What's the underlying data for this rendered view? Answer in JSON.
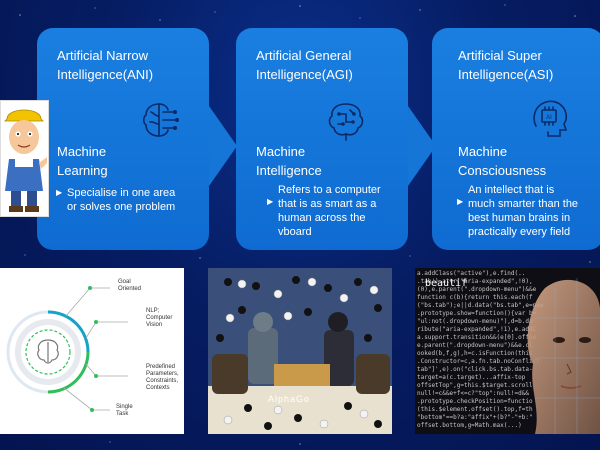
{
  "cards": [
    {
      "title_line1": "Artificial Narrow",
      "title_line2": "Intelligence(ANI)",
      "icon": "brain-circuit-icon",
      "subtitle_line1": "Machine",
      "subtitle_line2": "Learning",
      "desc_line1": "Specialise in one area",
      "desc_line2": "or solves one problem"
    },
    {
      "title_line1": "Artificial General",
      "title_line2": "Intelligence(AGI)",
      "icon": "brain-circuit-icon",
      "subtitle_line1": "Machine",
      "subtitle_line2": "Intelligence",
      "desc_line1": "Refers to a computer",
      "desc_line2": "that is as smart as a",
      "desc_line3": "human across the",
      "desc_line4": "vboard"
    },
    {
      "title_line1": "Artificial Super",
      "title_line2": "Intelligence(ASI)",
      "icon": "ai-chip-head-icon",
      "subtitle_line1": "Machine",
      "subtitle_line2": "Consciousness",
      "desc_line1": "An intellect that is",
      "desc_line2": "much smarter than the",
      "desc_line3": "best human brains in",
      "desc_line4": "practically every field"
    }
  ],
  "diagram": {
    "labels": [
      "Goal",
      "Oriented",
      "NLP;",
      "Computer",
      "Vision",
      "Predefined",
      "Parameters,",
      "Constraints,",
      "Contexts",
      "Single",
      "Task"
    ]
  },
  "alphago": {
    "label": "AlphaGo"
  },
  "code_panel": {
    "heading": "beautif"
  },
  "colors": {
    "background": "#061d63",
    "card": "#1676d8",
    "accent_green": "#2fbf5a",
    "accent_teal": "#17a2c8"
  }
}
